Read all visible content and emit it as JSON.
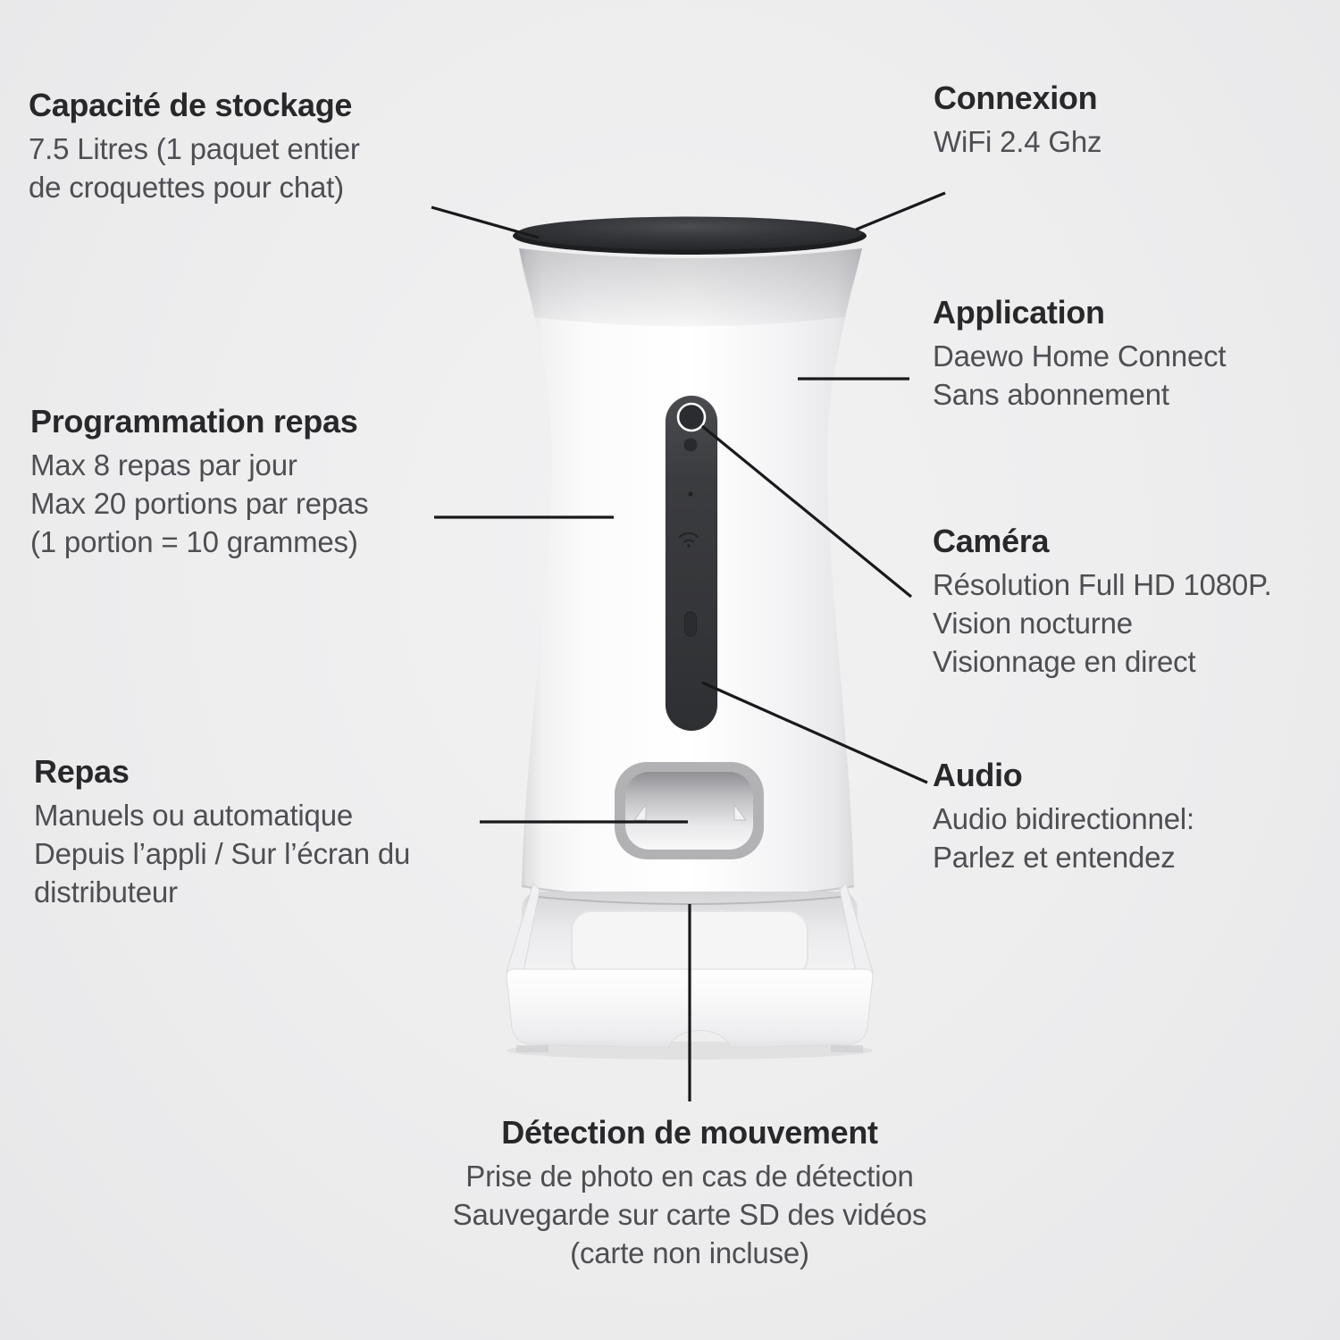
{
  "palette": {
    "heading": "#28282b",
    "body": "#4e4e53",
    "line": "#19191b",
    "bg_inner": "#f2f2f3",
    "bg_mid": "#ededee",
    "bg_outer": "#e7e7e9",
    "lid_dark": "#232528",
    "strip_dark": "#343538"
  },
  "callouts": {
    "storage": {
      "title": "Capacité de stockage",
      "body": "7.5 Litres (1 paquet entier\nde croquettes pour chat)"
    },
    "connexion": {
      "title": "Connexion",
      "body": "WiFi 2.4 Ghz"
    },
    "application": {
      "title": "Application",
      "body": "Daewo Home Connect\nSans abonnement"
    },
    "programmation": {
      "title": "Programmation repas",
      "body": "Max 8 repas par jour\nMax 20 portions par repas\n(1 portion = 10 grammes)"
    },
    "camera": {
      "title": "Caméra",
      "body": "Résolution Full HD 1080P.\nVision nocturne\nVisionnage en direct"
    },
    "repas": {
      "title": "Repas",
      "body": "Manuels ou automatique\nDepuis l’appli / Sur l’écran du\ndistributeur"
    },
    "audio": {
      "title": "Audio",
      "body": "Audio bidirectionnel:\nParlez et entendez"
    },
    "detection": {
      "title": "Détection de mouvement",
      "body": "Prise de photo en cas de détection\nSauvegarde sur carte SD des vidéos\n(carte non incluse)"
    }
  }
}
